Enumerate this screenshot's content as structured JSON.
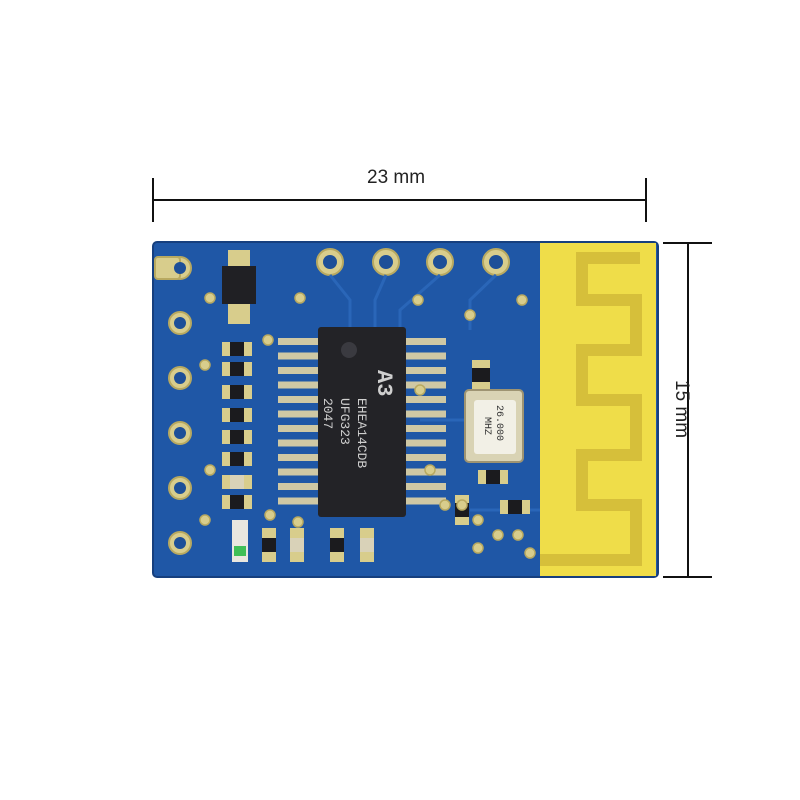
{
  "dimensions": {
    "width_label": "23 mm",
    "height_label": "15 mm"
  },
  "chip": {
    "logo": "A3",
    "lines": [
      "EHEA14CDB",
      "UFG323",
      "2047"
    ]
  },
  "crystal": {
    "lines": [
      "26.000",
      "MHZ"
    ]
  },
  "colors": {
    "pcb": "#1f57a6",
    "pcb_dark": "#16468c",
    "gold": "#e6d35a",
    "antenna": "#f1e04a",
    "chip": "#222226",
    "pad": "#cfc58a"
  }
}
